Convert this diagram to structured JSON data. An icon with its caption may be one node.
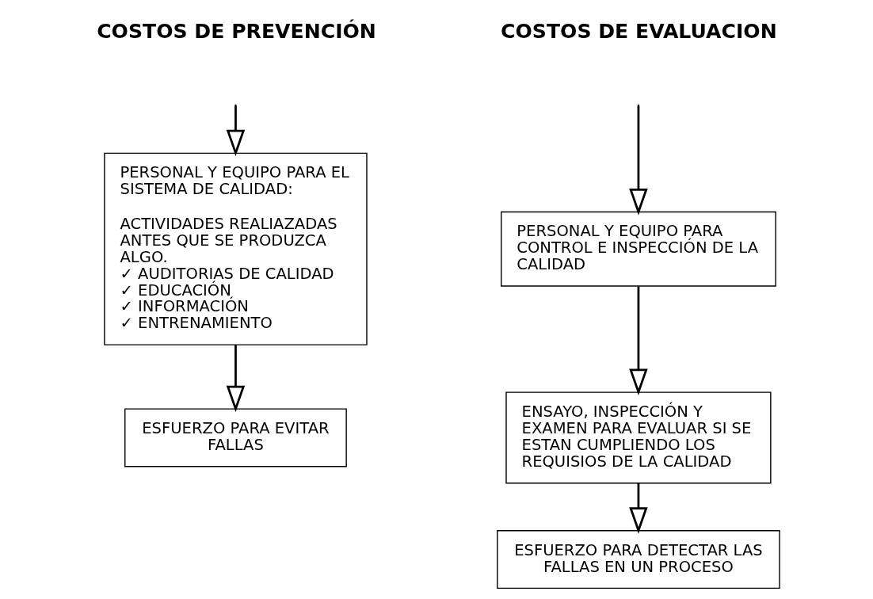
{
  "diagram": {
    "nodes": [
      {
        "text": [
          "PERSONAL Y EQUIPO PARA EL SISTEMA DE CALIDAD:",
          "ACTIVIDADES REALIAZADAS ANTES QUE SE PRODUZCA ALGO.",
          "✓ AUDITORIAS DE CALIDAD",
          "✓ EDUCACIÓN",
          "✓ INFORMACIÓN",
          "✓ ENTRENAMIENTO"
        ]
      },
      {
        "text": [
          "ESFUERZO PARA EVITAR FALLAS"
        ]
      },
      {
        "text": [
          "PERSONAL Y EQUIPO PARA CONTROL E INSPECCIÓN DE LA CALIDAD"
        ]
      },
      {
        "text": [
          "ENSAYO, INSPECCIÓN Y EXAMEN PARA EVALUAR SI SE ESTAN CUMPLIENDO LOS REQUISIOS DE LA CALIDAD"
        ]
      },
      {
        "text": [
          "ESFUERZO PARA DETECTAR LAS FALLAS EN UN PROCESO"
        ]
      }
    ],
    "edges": [
      {
        "from": null,
        "to": 0,
        "arrow": "to"
      },
      {
        "from": 0,
        "to": 1,
        "arrow": "to"
      },
      {
        "from": null,
        "to": 2,
        "arrow": "to"
      },
      {
        "from": 2,
        "to": 3,
        "arrow": "to"
      },
      {
        "from": 3,
        "to": 4,
        "arrow": "to"
      }
    ],
    "labels": [
      "COSTOS DE PREVENCIÓN",
      "COSTOS DE EVALUACION"
    ]
  }
}
